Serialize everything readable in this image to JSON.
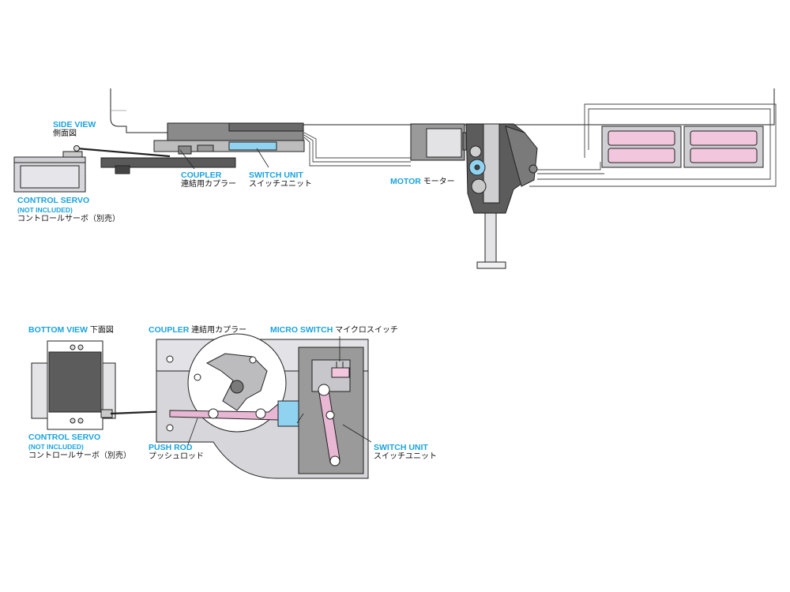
{
  "colors": {
    "accent": "#1aa3dd",
    "part_blue": "#8fd3f0",
    "battery_pink": "#f2c6dc",
    "link_pink": "#e8b7d3",
    "dark_gray": "#5c5c5c",
    "mid_gray": "#9a9a9a",
    "light_gray": "#d9d9dc",
    "outline": "#222222"
  },
  "side_view": {
    "title_en": "SIDE VIEW",
    "title_jp": "側面図",
    "control_servo_en": "CONTROL SERVO",
    "control_servo_note": "(NOT INCLUDED)",
    "control_servo_jp": "コントロールサーボ（別売）",
    "coupler_en": "COUPLER",
    "coupler_jp": "連結用カプラー",
    "switch_unit_en": "SWITCH UNIT",
    "switch_unit_jp": "スイッチユニット",
    "motor_en": "MOTOR",
    "motor_jp": "モーター"
  },
  "bottom_view": {
    "title_en": "BOTTOM VIEW",
    "title_jp": "下面図",
    "coupler_en": "COUPLER",
    "coupler_jp": "連結用カプラー",
    "micro_switch_en": "MICRO SWITCH",
    "micro_switch_jp": "マイクロスイッチ",
    "control_servo_en": "CONTROL SERVO",
    "control_servo_note": "(NOT INCLUDED)",
    "control_servo_jp": "コントロールサーボ（別売）",
    "push_rod_en": "PUSH ROD",
    "push_rod_jp": "プッシュロッド",
    "switch_unit_en": "SWITCH UNIT",
    "switch_unit_jp": "スイッチユニット"
  }
}
